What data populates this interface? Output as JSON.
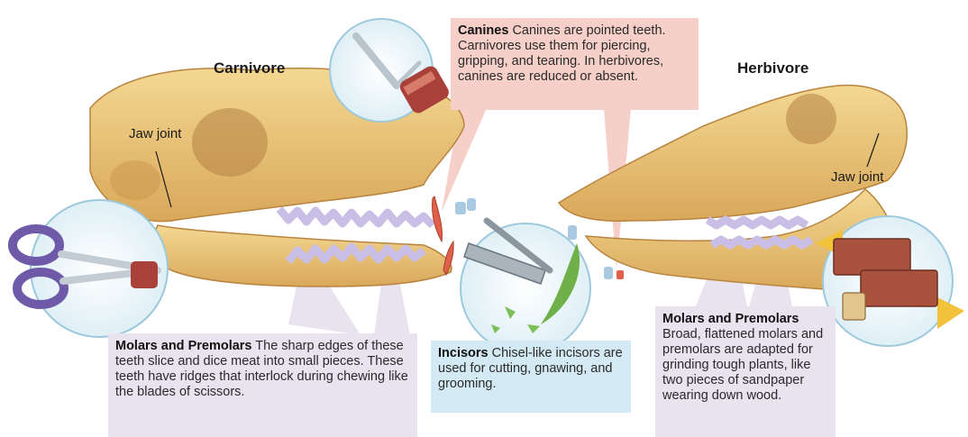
{
  "titles": {
    "carnivore": "Carnivore",
    "herbivore": "Herbivore"
  },
  "labels": {
    "jaw_joint_left": "Jaw joint",
    "jaw_joint_right": "Jaw joint"
  },
  "callouts": {
    "canines": {
      "heading": "Canines",
      "text": " Canines are pointed teeth. Carnivores use them for piercing, gripping, and tearing. In herbivores, canines are reduced or absent."
    },
    "carnivore_molars": {
      "heading": "Molars and Premolars",
      "text": " The sharp edges of these teeth slice and dice meat into small pieces. These teeth have ridges that interlock during chewing like the blades of scissors."
    },
    "incisors": {
      "heading": "Incisors",
      "text": " Chisel-like incisors are used for cutting, gnawing, and grooming."
    },
    "herbivore_molars": {
      "heading": "Molars and Premolars",
      "text": "Broad, flattened molars and premolars are adapted for grinding tough plants, like two pieces of sandpaper wearing down wood."
    }
  },
  "icons": [
    "fork-with-meat-icon",
    "scissors-with-meat-icon",
    "nail-clipper-icon",
    "sandpaper-wood-icon"
  ],
  "colors": {
    "bone": "#ecc97a",
    "bone_shadow": "#c9964a",
    "teeth": "#c9bfe6",
    "canine": "#e0604a",
    "callout_lavender": "#e9e2ef",
    "callout_pink": "#f6cfc8",
    "callout_blue": "#d3e9f3"
  }
}
